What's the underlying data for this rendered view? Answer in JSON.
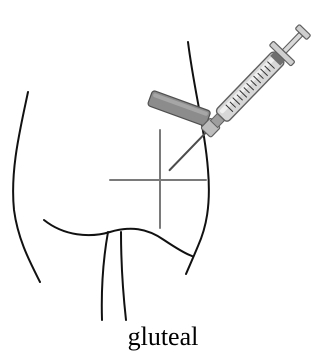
{
  "diagram": {
    "caption": "gluteal",
    "colors": {
      "outline": "#111111",
      "crosshair": "#7a7a7a",
      "syringe_body": "#d7d7d7",
      "syringe_stroke": "#5f5f5f",
      "needle_cap": "#8c8c8c",
      "plunger": "#6f6f6f",
      "scale": "#333333"
    },
    "icons": [
      "buttocks-outline",
      "quadrant-crosshair",
      "syringe-icon",
      "needle-cap-icon"
    ]
  }
}
